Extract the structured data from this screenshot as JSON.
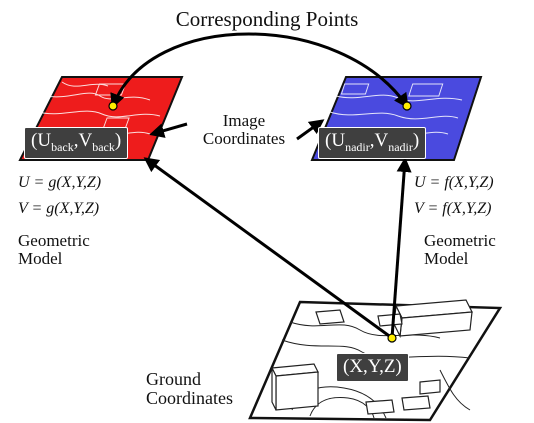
{
  "title": "Corresponding Points",
  "image_coordinates_label": "Image\nCoordinates",
  "ground_coordinates_label": "Ground\nCoordinates",
  "left_image": {
    "coord_base_u": "(U",
    "coord_sub_u": "back",
    "coord_sep": ",",
    "coord_base_v": "V",
    "coord_sub_v": "back",
    "coord_close": ")",
    "eq_u": "U = g(X,Y,Z)",
    "eq_v": "V = g(X,Y,Z)",
    "model_label": "Geometric\nModel",
    "color": "#ee1c1c"
  },
  "right_image": {
    "coord_base_u": "(U",
    "coord_sub_u": "nadir",
    "coord_sep": ",",
    "coord_base_v": "V",
    "coord_sub_v": "nadir",
    "coord_close": ")",
    "eq_u": "U = f(X,Y,Z)",
    "eq_v": "V = f(X,Y,Z)",
    "model_label": "Geometric\nModel",
    "color": "#4a4adf"
  },
  "ground": {
    "coord": "(X,Y,Z)"
  },
  "point_color": "#ffee00"
}
